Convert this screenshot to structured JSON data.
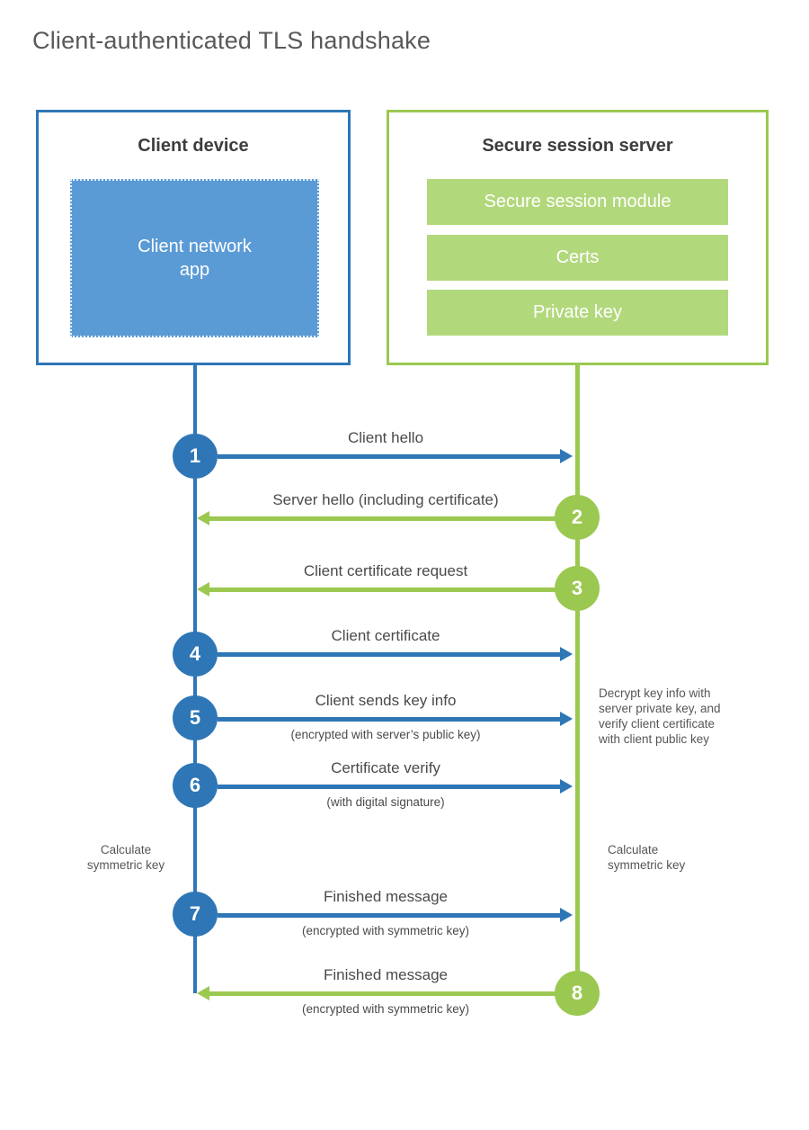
{
  "title": "Client-authenticated TLS handshake",
  "client": {
    "title": "Client device",
    "app_label": "Client network app"
  },
  "server": {
    "title": "Secure session server",
    "modules": [
      "Secure session module",
      "Certs",
      "Private key"
    ]
  },
  "steps": [
    {
      "num": "1",
      "label": "Client hello",
      "direction": "client-to-server"
    },
    {
      "num": "2",
      "label": "Server hello (including certificate)",
      "direction": "server-to-client"
    },
    {
      "num": "3",
      "label": "Client certificate request",
      "direction": "server-to-client"
    },
    {
      "num": "4",
      "label": "Client certificate",
      "direction": "client-to-server"
    },
    {
      "num": "5",
      "label": "Client sends key info",
      "sublabel": "(encrypted with server’s public key)",
      "direction": "client-to-server"
    },
    {
      "num": "6",
      "label": "Certificate verify",
      "sublabel": "(with digital signature)",
      "direction": "client-to-server"
    },
    {
      "num": "7",
      "label": "Finished message",
      "sublabel": "(encrypted with symmetric key)",
      "direction": "client-to-server"
    },
    {
      "num": "8",
      "label": "Finished message",
      "sublabel": "(encrypted with symmetric key)",
      "direction": "server-to-client"
    }
  ],
  "annotations": {
    "decrypt_note_lines": [
      "Decrypt key info with",
      "server private key, and",
      "verify client certificate",
      "with client public key"
    ],
    "calculate_left": "Calculate symmetric key",
    "calculate_right": "Calculate symmetric key"
  },
  "colors": {
    "blue": "#2E76B6",
    "blue_fill": "#5B9BD5",
    "green": "#9BC850",
    "green_fill": "#B2D87C"
  }
}
